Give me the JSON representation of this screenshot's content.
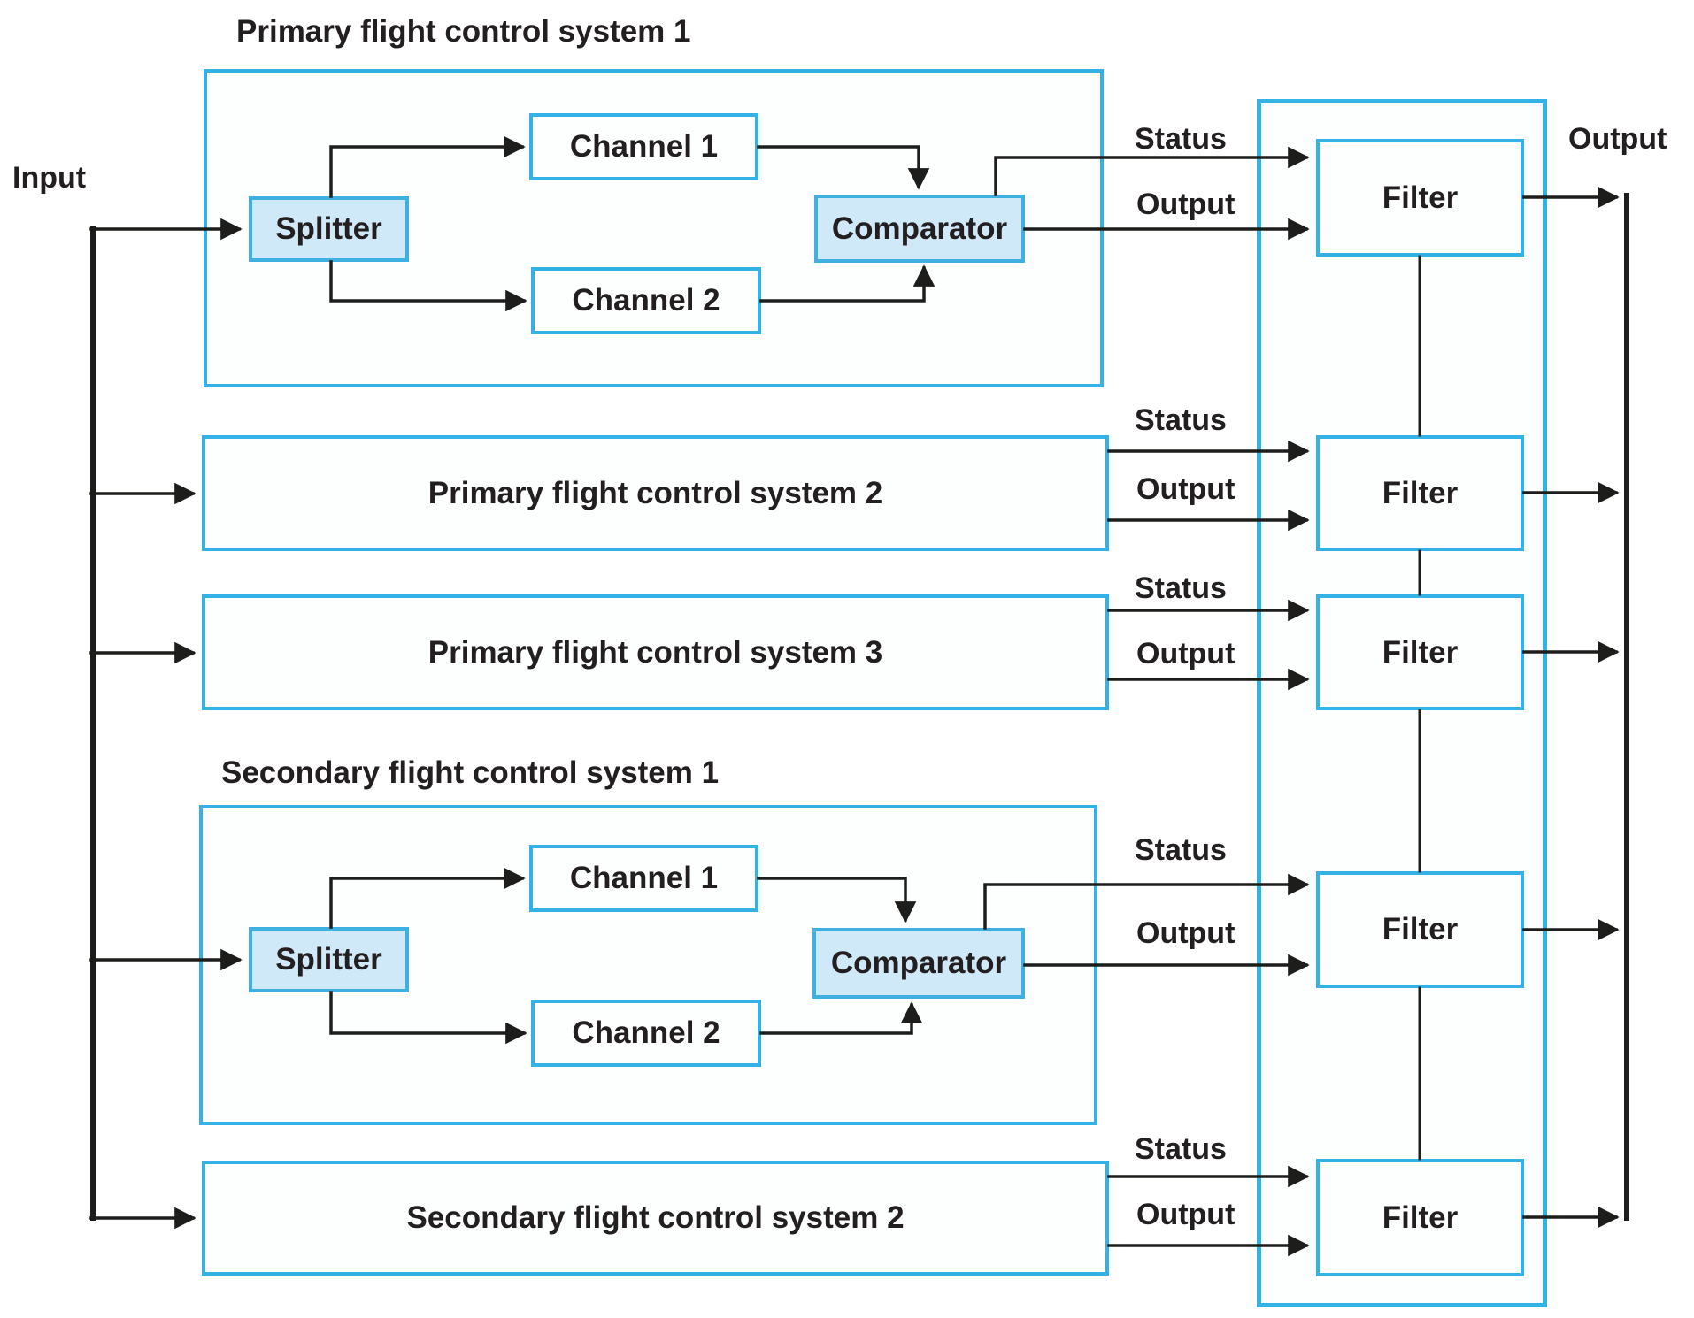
{
  "diagram": {
    "description": "Redundant flight control system architecture with primary and secondary flight control systems feeding filters that merge into a single output"
  },
  "labels": {
    "input": "Input",
    "final_output": "Output"
  },
  "systems": {
    "primary1": {
      "title": "Primary flight control system 1",
      "splitter": "Splitter",
      "channel1": "Channel 1",
      "channel2": "Channel 2",
      "comparator": "Comparator",
      "status": "Status",
      "output": "Output"
    },
    "primary2": {
      "label": "Primary flight control system 2",
      "status": "Status",
      "output": "Output"
    },
    "primary3": {
      "label": "Primary flight control system 3",
      "status": "Status",
      "output": "Output"
    },
    "secondary1": {
      "title": "Secondary flight control system 1",
      "splitter": "Splitter",
      "channel1": "Channel 1",
      "channel2": "Channel 2",
      "comparator": "Comparator",
      "status": "Status",
      "output": "Output"
    },
    "secondary2": {
      "label": "Secondary flight control system 2",
      "status": "Status",
      "output": "Output"
    }
  },
  "filter_bank": {
    "filters": [
      {
        "label": "Filter"
      },
      {
        "label": "Filter"
      },
      {
        "label": "Filter"
      },
      {
        "label": "Filter"
      },
      {
        "label": "Filter"
      }
    ]
  },
  "colors": {
    "accent_cyan": "#35b2e5",
    "fill_light_blue": "#cfe9f8",
    "fill_box": "#fdfefe",
    "line": "#1d1d1b",
    "text": "#231f20"
  }
}
